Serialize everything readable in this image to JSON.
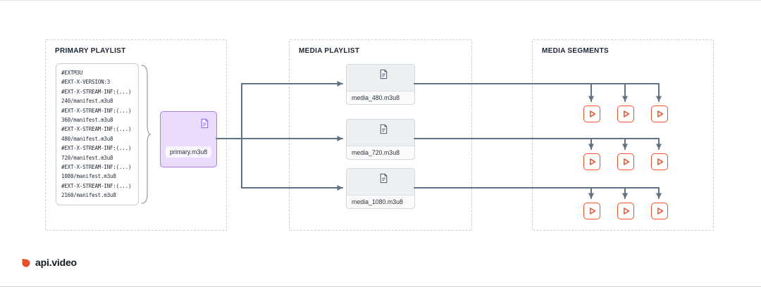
{
  "sections": {
    "primary": {
      "title": "PRIMARY PLAYLIST"
    },
    "media": {
      "title": "MEDIA PLAYLIST"
    },
    "segments": {
      "title": "MEDIA SEGMENTS"
    }
  },
  "primary_playlist": {
    "file": {
      "label": "primary.m3u8"
    },
    "code_lines": [
      "#EXTM3U",
      "#EXT-X-VERSION:3",
      "#EXT-X-STREAM-INF:(...)",
      "240/manifest.m3u8",
      "#EXT-X-STREAM-INF:(...)",
      "360/manifest.m3u8",
      "#EXT-X-STREAM-INF:(...)",
      "480/manifest.m3u8",
      "#EXT-X-STREAM-INF:(...)",
      "720/manifest.m3u8",
      "#EXT-X-STREAM-INF:(...)",
      "1080/manifest.m3u8",
      "#EXT-X-STREAM-INF:(...)",
      "2160/manifest.m3u8"
    ]
  },
  "media_playlists": [
    {
      "label": "media_480.m3u8"
    },
    {
      "label": "media_720.m3u8"
    },
    {
      "label": "media_1080.m3u8"
    }
  ],
  "media_segments": {
    "rows": 3,
    "segments_per_row": 3
  },
  "footer": {
    "brand": "api.video"
  },
  "icons": {
    "document": "doc-outline",
    "segment": "play-outline",
    "brand": "droplet"
  },
  "colors": {
    "arrow": "#5f7384",
    "purple": "#8b5cf6",
    "purple_fill": "#e9dbf9",
    "purple_border": "#a87ee8",
    "orange": "#e8502a",
    "node_fill": "#edf0f2",
    "node_border": "#d3d9de",
    "dashed_border": "#c9ced4",
    "title": "#1b2530"
  }
}
